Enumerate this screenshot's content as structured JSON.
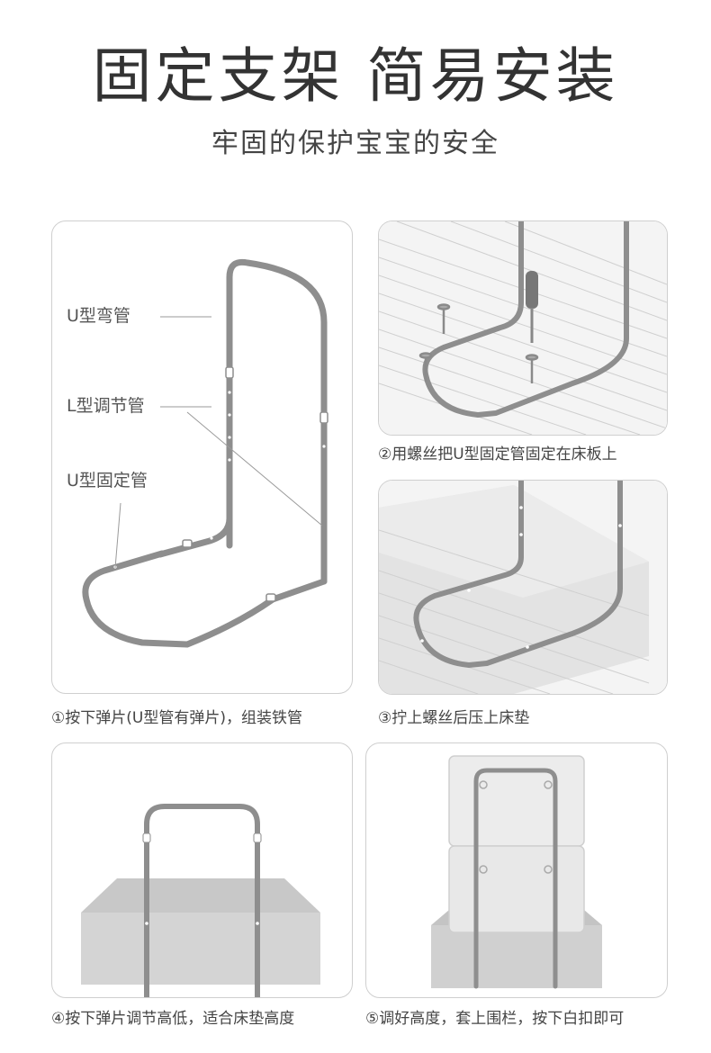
{
  "header": {
    "title": "固定支架 简易安装",
    "subtitle": "牢固的保护宝宝的安全"
  },
  "parts": {
    "u_bend": "U型弯管",
    "l_adjust": "L型调节管",
    "u_fixed": "U型固定管"
  },
  "steps": [
    {
      "caption": "①按下弹片(U型管有弹片)，组装铁管"
    },
    {
      "caption": "②用螺丝把U型固定管固定在床板上"
    },
    {
      "caption": "③拧上螺丝后压上床垫"
    },
    {
      "caption": "④按下弹片调节高低，适合床垫高度"
    },
    {
      "caption": "⑤调好高度，套上围栏，按下白扣即可"
    }
  ]
}
